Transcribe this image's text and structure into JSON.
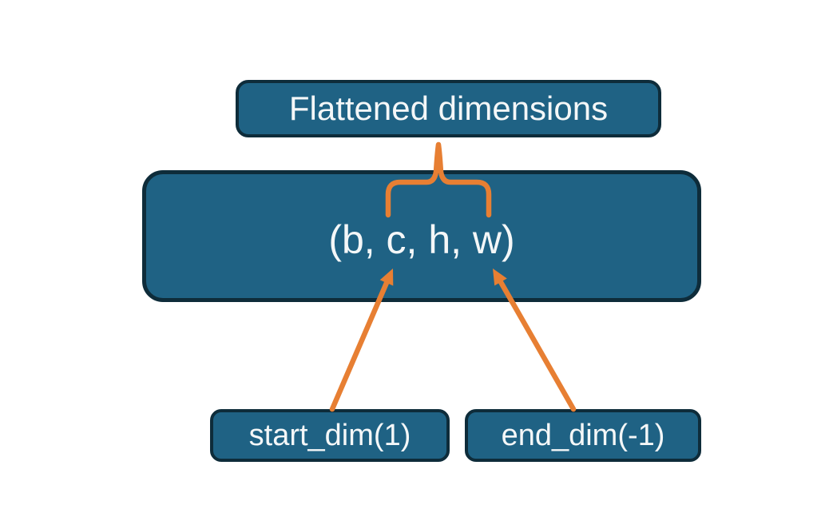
{
  "diagram": {
    "top_label": "Flattened dimensions",
    "tensor_label": "(b, c, h, w)",
    "start_dim_label": "start_dim(1)",
    "end_dim_label": "end_dim(-1)"
  },
  "connectors": {
    "brace": "curly-brace pointing up from tensor letters c..w to Flattened dimensions box",
    "left_arrow": "from start_dim(1) box up to letter c",
    "right_arrow": "from end_dim(-1) box up to letter w"
  },
  "colors": {
    "background": "#ffffff",
    "node_fill": "#1f6284",
    "node_border": "#0e2c3a",
    "node_text": "#f4f7f8",
    "connector_orange": "#e77f33"
  }
}
